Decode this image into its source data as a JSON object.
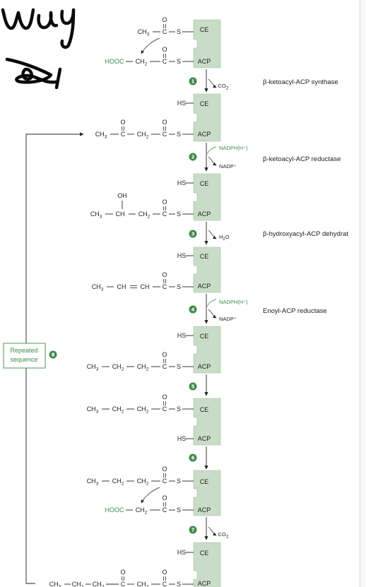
{
  "steps": [
    "1",
    "2",
    "3",
    "4",
    "5",
    "6",
    "7",
    "8"
  ],
  "enzymes": {
    "step1": "β-ketoacyl-ACP synthase",
    "step2": "β-ketoacyl-ACP reductase",
    "step3": "β-hydroxyacyl-ACP dehydrat",
    "step4": "Enoyl-ACP reductase"
  },
  "block_labels": {
    "ce": "CE",
    "acp": "ACP",
    "hs": "HS"
  },
  "byproducts": {
    "co2": "CO",
    "co2_sub": "2",
    "nadph": "NADPH(H⁺)",
    "nadp": "NADP⁺",
    "h2o": "H",
    "h2o_sub": "2",
    "h2o_tail": "O"
  },
  "repeated_sequence": {
    "line1": "Repeated",
    "line2": "sequence"
  },
  "chem": {
    "ch3": "CH",
    "ch2": "CH",
    "ch": "CH",
    "sub3": "3",
    "sub2": "2",
    "o": "O",
    "oh": "OH",
    "c": "C",
    "s": "S",
    "hooc": "HOOC"
  },
  "colors": {
    "block_fill": "#c9dcc7",
    "accent_green": "#3e8a4a",
    "ink": "#222222"
  },
  "annotations": {
    "handwriting": "handwritten scribble top-left"
  }
}
